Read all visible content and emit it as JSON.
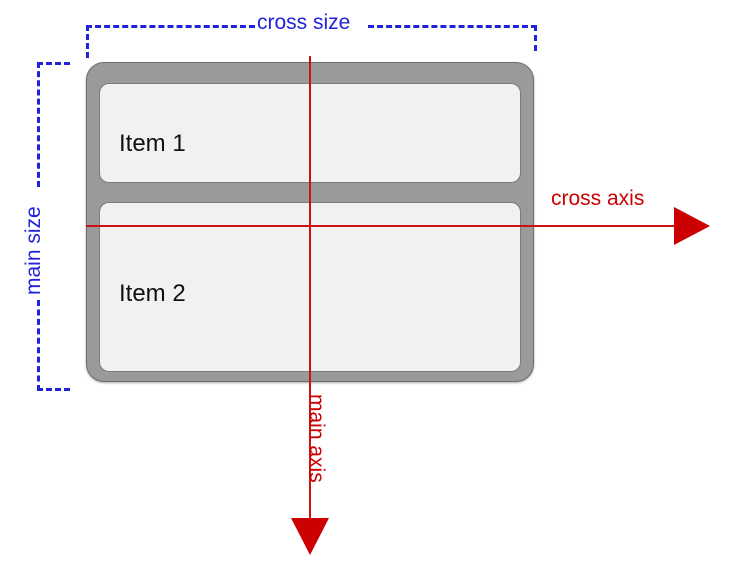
{
  "diagram": {
    "title": "flexbox column direction axes",
    "colors": {
      "axis_red": "#cc0000",
      "measure_blue": "#2222dd",
      "container_gray": "#9a9a9a",
      "item_fill": "#f1f1f1",
      "item_border": "#7b7b7b",
      "text_black": "#111111",
      "background": "#ffffff"
    },
    "container": {
      "name": "flex-container"
    },
    "items": [
      {
        "label": "Item 1"
      },
      {
        "label": "Item 2"
      }
    ],
    "axes": [
      {
        "key": "cross_axis",
        "label": "cross axis",
        "orientation": "horizontal",
        "direction": "right"
      },
      {
        "key": "main_axis",
        "label": "main axis",
        "orientation": "vertical",
        "direction": "down"
      }
    ],
    "measures": [
      {
        "key": "cross_size",
        "label": "cross size",
        "orientation": "horizontal"
      },
      {
        "key": "main_size",
        "label": "main size",
        "orientation": "vertical"
      }
    ]
  }
}
